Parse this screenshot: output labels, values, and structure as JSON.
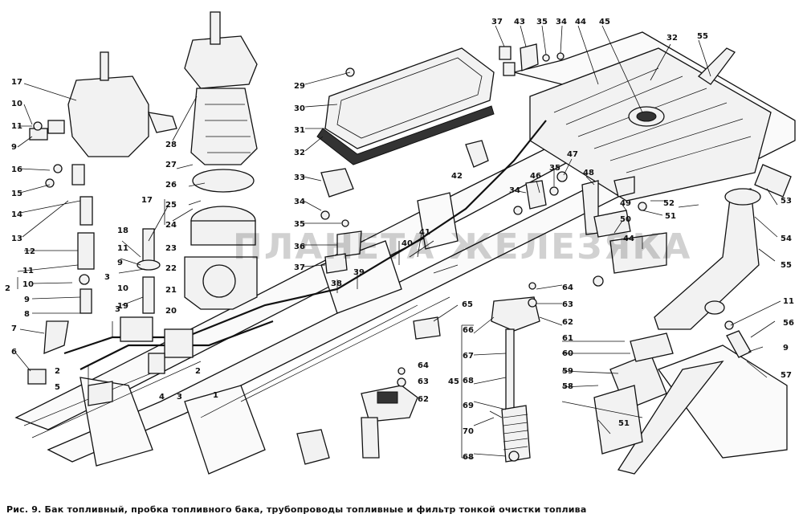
{
  "caption": "Рис. 9. Бак топливный, пробка топливного бака, трубопроводы топливные и фильтр тонкой очистки топлива",
  "watermark": "ПЛАНЕТА ЖЕЛЕЗЯКА",
  "labels": [
    "1",
    "2",
    "3",
    "4",
    "5",
    "6",
    "7",
    "8",
    "9",
    "10",
    "11",
    "12",
    "13",
    "14",
    "15",
    "16",
    "17",
    "18",
    "19",
    "20",
    "21",
    "22",
    "23",
    "24",
    "25",
    "26",
    "27",
    "28",
    "29",
    "30",
    "31",
    "32",
    "33",
    "34",
    "35",
    "36",
    "37",
    "38",
    "39",
    "40",
    "41",
    "42",
    "43",
    "44",
    "45",
    "46",
    "47",
    "48",
    "49",
    "50",
    "51",
    "52",
    "53",
    "54",
    "55",
    "56",
    "57",
    "58",
    "59",
    "60",
    "61",
    "62",
    "63",
    "64",
    "65",
    "66",
    "67",
    "68",
    "69",
    "70"
  ]
}
